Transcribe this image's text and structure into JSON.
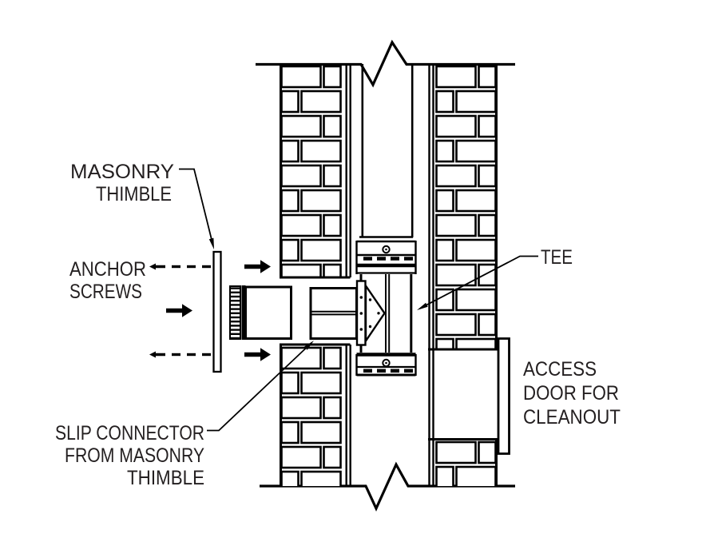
{
  "figure": {
    "kind": "technical line diagram",
    "subject": "Chimney connector installed through a masonry wall into a tee with cleanout",
    "background_color": "#ffffff",
    "line_color": "#000000",
    "text_color": "#231f20"
  },
  "labels": {
    "masonry_thimble": {
      "lines": [
        "MASONRY",
        "THIMBLE"
      ]
    },
    "anchor_screws": {
      "lines": [
        "ANCHOR",
        "SCREWS"
      ]
    },
    "slip_connector": {
      "lines": [
        "SLIP CONNECTOR",
        "FROM MASONRY",
        "THIMBLE"
      ]
    },
    "tee": {
      "lines": [
        "TEE"
      ]
    },
    "access_door": {
      "lines": [
        "ACCESS",
        "DOOR FOR",
        "CLEANOUT"
      ]
    }
  },
  "icons": {
    "flow_arrow": "solid right-pointing arrow (insertion direction)",
    "anchor_screw_dash": "dashed hidden-screw line with small left tip",
    "leader_arrowhead": "thin solid callout arrowhead"
  }
}
